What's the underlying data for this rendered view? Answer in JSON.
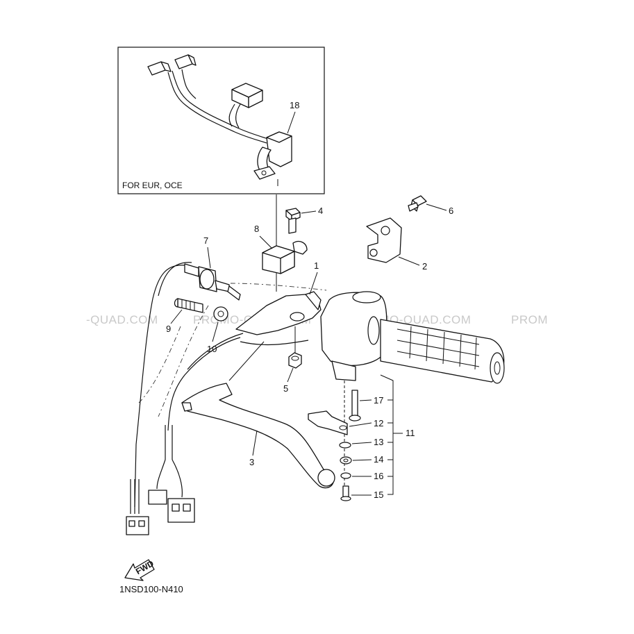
{
  "inset_caption": "FOR EUR, OCE",
  "diagram_code": "1NSD100-N410",
  "fwd_label": "FWD",
  "watermarks": [
    "-QUAD.COM",
    "PROMO-QUAD.COM",
    "PROMO-QUAD.COM",
    "PROM"
  ],
  "callouts": {
    "p1": "1",
    "p2": "2",
    "p3": "3",
    "p4": "4",
    "p5": "5",
    "p6": "6",
    "p7": "7",
    "p8": "8",
    "p9": "9",
    "p10": "10",
    "p11": "11",
    "p12": "12",
    "p13": "13",
    "p14": "14",
    "p15": "15",
    "p16": "16",
    "p17": "17",
    "p18": "18"
  }
}
